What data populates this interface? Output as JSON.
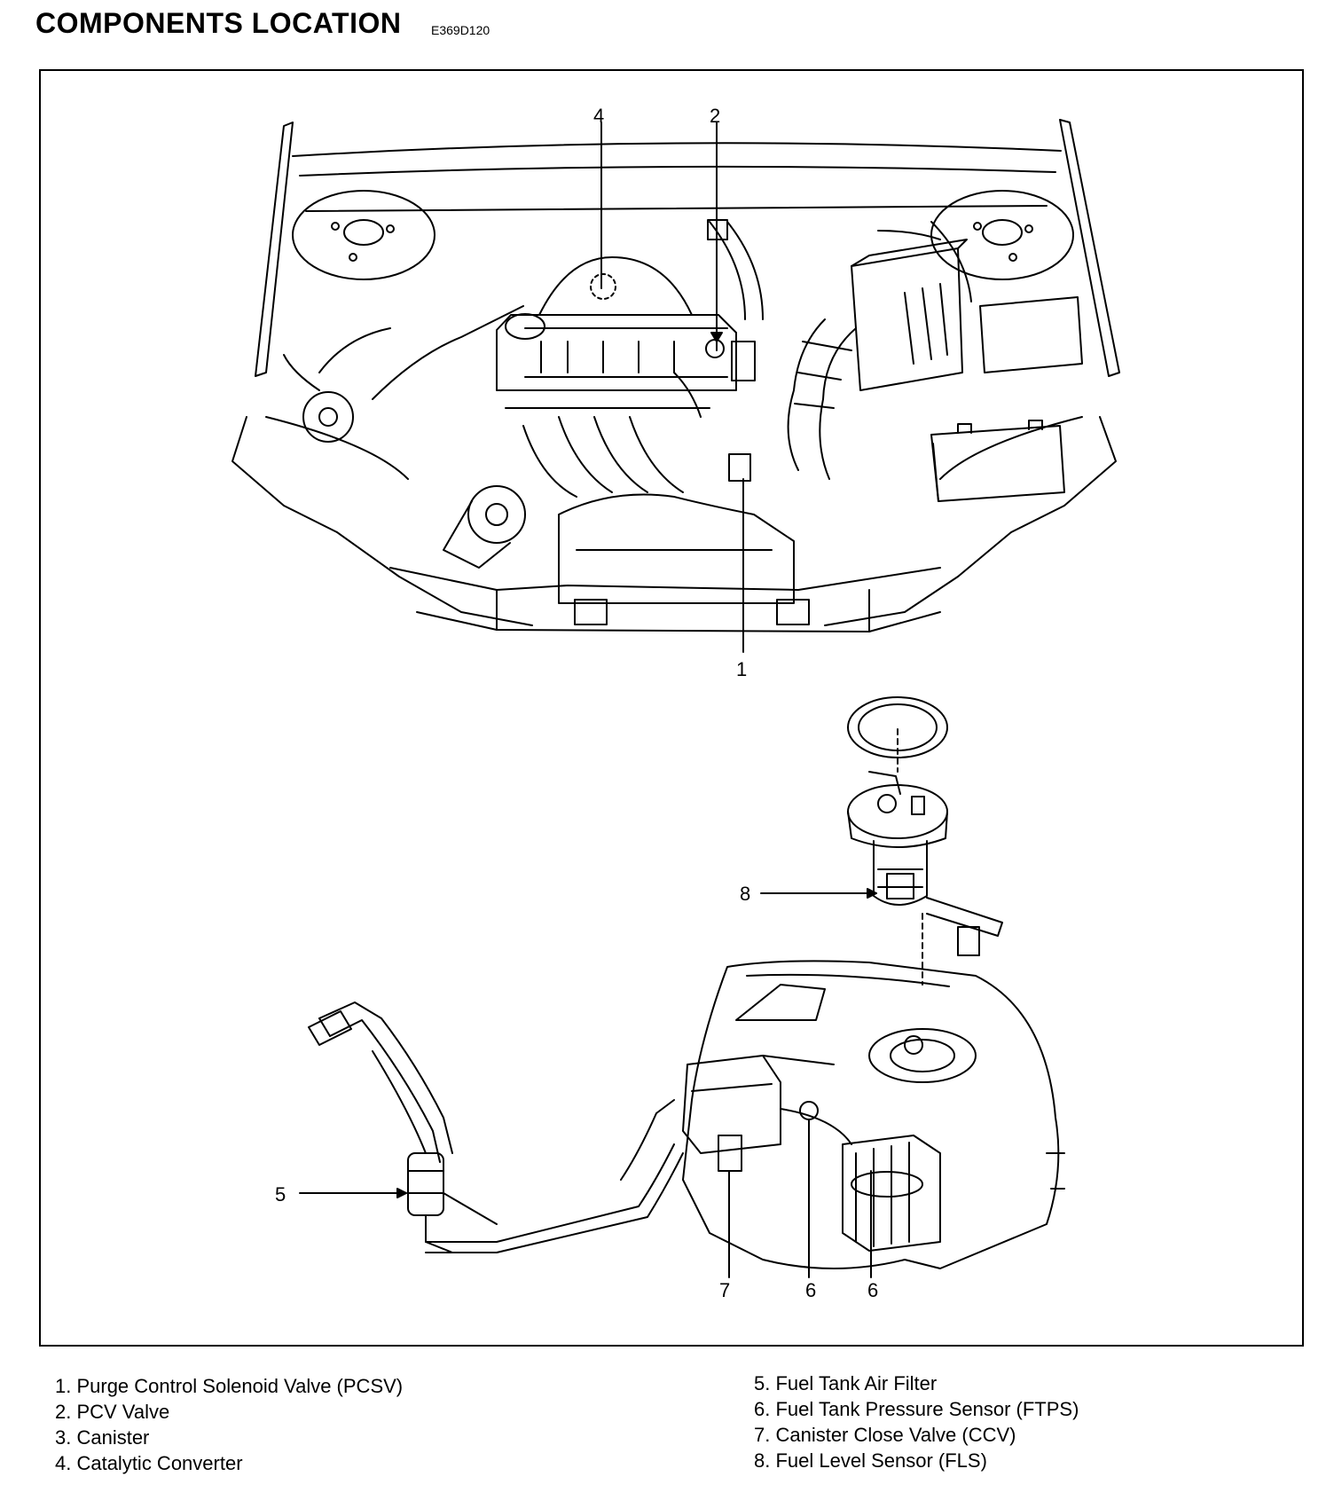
{
  "header": {
    "title": "COMPONENTS LOCATION",
    "code": "E369D120"
  },
  "callouts": [
    "4",
    "2",
    "1",
    "8",
    "5",
    "7",
    "6",
    "6"
  ],
  "legend": {
    "left": [
      "1. Purge Control Solenoid Valve (PCSV)",
      "2. PCV Valve",
      "3. Canister",
      "4. Catalytic Converter"
    ],
    "right": [
      "5. Fuel Tank Air Filter",
      "6. Fuel Tank Pressure Sensor (FTPS)",
      "7. Canister Close Valve (CCV)",
      "8. Fuel Level Sensor (FLS)"
    ]
  }
}
